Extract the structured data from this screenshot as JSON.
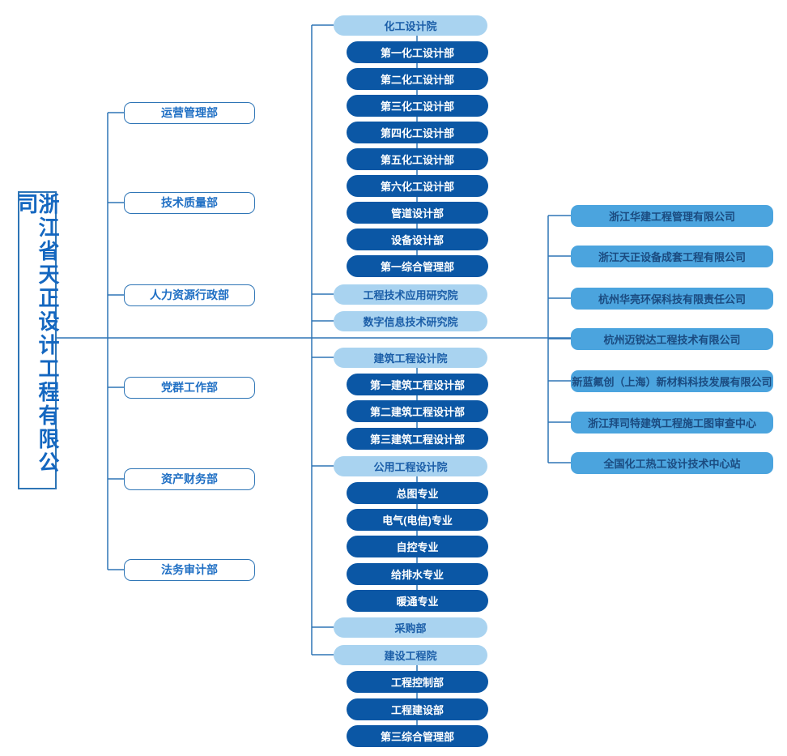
{
  "company": {
    "name": "浙江省天正设计工程有限公司"
  },
  "left_departments": [
    {
      "label": "运营管理部"
    },
    {
      "label": "技术质量部"
    },
    {
      "label": "人力资源行政部"
    },
    {
      "label": "党群工作部"
    },
    {
      "label": "资产财务部"
    },
    {
      "label": "法务审计部"
    }
  ],
  "center_nodes": [
    {
      "label": "化工设计院",
      "type": "institute"
    },
    {
      "label": "第一化工设计部",
      "type": "department"
    },
    {
      "label": "第二化工设计部",
      "type": "department"
    },
    {
      "label": "第三化工设计部",
      "type": "department"
    },
    {
      "label": "第四化工设计部",
      "type": "department"
    },
    {
      "label": "第五化工设计部",
      "type": "department"
    },
    {
      "label": "第六化工设计部",
      "type": "department"
    },
    {
      "label": "管道设计部",
      "type": "department"
    },
    {
      "label": "设备设计部",
      "type": "department"
    },
    {
      "label": "第一综合管理部",
      "type": "department"
    },
    {
      "label": "工程技术应用研究院",
      "type": "institute"
    },
    {
      "label": "数字信息技术研究院",
      "type": "institute"
    },
    {
      "label": "建筑工程设计院",
      "type": "institute"
    },
    {
      "label": "第一建筑工程设计部",
      "type": "department"
    },
    {
      "label": "第二建筑工程设计部",
      "type": "department"
    },
    {
      "label": "第三建筑工程设计部",
      "type": "department"
    },
    {
      "label": "公用工程设计院",
      "type": "institute"
    },
    {
      "label": "总图专业",
      "type": "department"
    },
    {
      "label": "电气(电信)专业",
      "type": "department"
    },
    {
      "label": "自控专业",
      "type": "department"
    },
    {
      "label": "给排水专业",
      "type": "department"
    },
    {
      "label": "暖通专业",
      "type": "department"
    },
    {
      "label": "采购部",
      "type": "institute"
    },
    {
      "label": "建设工程院",
      "type": "institute"
    },
    {
      "label": "工程控制部",
      "type": "department"
    },
    {
      "label": "工程建设部",
      "type": "department"
    },
    {
      "label": "第三综合管理部",
      "type": "department"
    }
  ],
  "right_companies": [
    {
      "label": "浙江华建工程管理有限公司"
    },
    {
      "label": "浙江天正设备成套工程有限公司"
    },
    {
      "label": "杭州华亮环保科技有限责任公司"
    },
    {
      "label": "杭州迈锐达工程技术有限公司"
    },
    {
      "label": "新蓝氟创（上海）新材料科技发展有限公司"
    },
    {
      "label": "浙江拜司特建筑工程施工图审查中心"
    },
    {
      "label": "全国化工热工设计技术中心站"
    }
  ],
  "colors": {
    "connector_line": "#2E75B6",
    "institute_bg": "#A9D3F0",
    "institute_text": "#1B5EA8",
    "department_bg": "#0B57A5",
    "department_text": "#FFFFFF",
    "subsidiary_bg": "#4BA4DE",
    "subsidiary_text": "#1B4B80",
    "root_text": "#1467C0",
    "functional_dept_text": "#1F6FC4"
  }
}
